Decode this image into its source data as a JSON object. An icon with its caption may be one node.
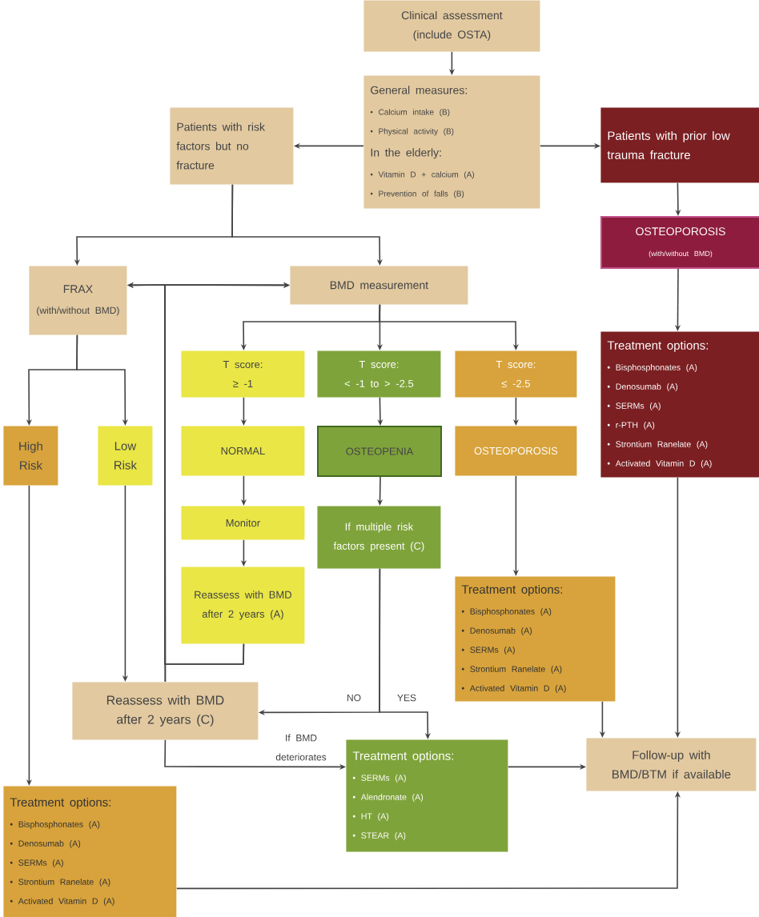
{
  "diagram": {
    "nodes": [
      {
        "text": [
          "Clinical assessment (include OSTA)"
        ]
      },
      {
        "text": [
          "General measures:",
          "• Calcium intake (B)",
          "• Physical activity (B)",
          "In the elderly:",
          "• Vitamin D + calcium (A)",
          "• Prevention of falls (B)"
        ]
      },
      {
        "text": [
          "Patients with risk factors but no fracture"
        ]
      },
      {
        "text": [
          "Patients with prior low trauma fracture"
        ]
      },
      {
        "text": [
          "OSTEOPOROSIS",
          "(with/without BMD)"
        ]
      },
      {
        "text": [
          "FRAX",
          "(with/without BMD)"
        ]
      },
      {
        "text": [
          "BMD measurement"
        ]
      },
      {
        "text": [
          "T score:",
          "≥ -1"
        ]
      },
      {
        "text": [
          "T score:",
          "< -1 to > -2.5"
        ]
      },
      {
        "text": [
          "T score:",
          "≤ -2.5"
        ]
      },
      {
        "text": [
          "High Risk"
        ]
      },
      {
        "text": [
          "Low Risk"
        ]
      },
      {
        "text": [
          "NORMAL"
        ]
      },
      {
        "text": [
          "OSTEOPENIA"
        ]
      },
      {
        "text": [
          "OSTEOPOROSIS"
        ]
      },
      {
        "text": [
          "Treatment options:",
          "• Bisphosphonates (A)",
          "• Denosumab (A)",
          "• SERMs (A)",
          "• r-PTH (A)",
          "• Strontium Ranelate (A)",
          "• Activated Vitamin D (A)"
        ]
      },
      {
        "text": [
          "Monitor"
        ]
      },
      {
        "text": [
          "If multiple risk factors present (C)"
        ]
      },
      {
        "text": [
          "Reassess with BMD after 2 years (A)"
        ]
      },
      {
        "text": [
          "Treatment options:",
          "• Bisphosphonates (A)",
          "• Denosumab (A)",
          "• SERMs (A)",
          "• Strontium Ranelate (A)",
          "• Activated Vitamin D (A)"
        ]
      },
      {
        "text": [
          "Reassess with BMD after 2 years (C)"
        ]
      },
      {
        "text": [
          "Treatment options:",
          "• SERMs (A)",
          "• Alendronate (A)",
          "• HT (A)",
          "• STEAR (A)"
        ]
      },
      {
        "text": [
          "Follow-up with BMD/BTM if available"
        ]
      },
      {
        "text": [
          "Treatment options:",
          "• Bisphosphonates (A)",
          "• Denosumab (A)",
          "• SERMs (A)",
          "• Strontium Ranelate (A)",
          "• Activated Vitamin D (A)"
        ]
      }
    ],
    "edges": [
      {
        "from": 0,
        "to": 1,
        "arrow": "to"
      },
      {
        "from": 1,
        "to": 2,
        "arrow": "to"
      },
      {
        "from": 1,
        "to": 3,
        "arrow": "to"
      },
      {
        "from": 3,
        "to": 4,
        "arrow": "to"
      },
      {
        "from": 2,
        "to": 5,
        "arrow": "to"
      },
      {
        "from": 2,
        "to": 6,
        "arrow": "to"
      },
      {
        "from": 20,
        "to": 5,
        "arrow": "to"
      },
      {
        "from": 20,
        "to": 6,
        "arrow": "to"
      },
      {
        "from": 18,
        "to": 5,
        "arrow": "to"
      },
      {
        "from": 18,
        "to": 6,
        "arrow": "to"
      },
      {
        "from": 5,
        "to": 10,
        "arrow": "to"
      },
      {
        "from": 5,
        "to": 11,
        "arrow": "to"
      },
      {
        "from": 6,
        "to": 7,
        "arrow": "to"
      },
      {
        "from": 6,
        "to": 8,
        "arrow": "to"
      },
      {
        "from": 6,
        "to": 9,
        "arrow": "to"
      },
      {
        "from": 7,
        "to": 12,
        "arrow": "to"
      },
      {
        "from": 8,
        "to": 13,
        "arrow": "to"
      },
      {
        "from": 9,
        "to": 14,
        "arrow": "to"
      },
      {
        "from": 12,
        "to": 16,
        "arrow": "to"
      },
      {
        "from": 16,
        "to": 18,
        "arrow": "to"
      },
      {
        "from": 13,
        "to": 17,
        "arrow": "to"
      },
      {
        "from": 14,
        "to": 19,
        "arrow": "to"
      },
      {
        "from": 4,
        "to": 15,
        "arrow": "to"
      },
      {
        "from": 10,
        "to": 23,
        "arrow": "to"
      },
      {
        "from": 11,
        "to": 20,
        "arrow": "to"
      },
      {
        "from": 17,
        "to": 20,
        "arrow": "to",
        "label": "NO"
      },
      {
        "from": 17,
        "to": 21,
        "arrow": "to",
        "label": "YES"
      },
      {
        "from": 20,
        "to": 21,
        "arrow": "to",
        "label": "If BMD deteriorates"
      },
      {
        "from": 21,
        "to": 22,
        "arrow": "to"
      },
      {
        "from": 19,
        "to": 22,
        "arrow": "to"
      },
      {
        "from": 15,
        "to": 22,
        "arrow": "to"
      },
      {
        "from": 23,
        "to": 22,
        "arrow": "to"
      }
    ]
  }
}
